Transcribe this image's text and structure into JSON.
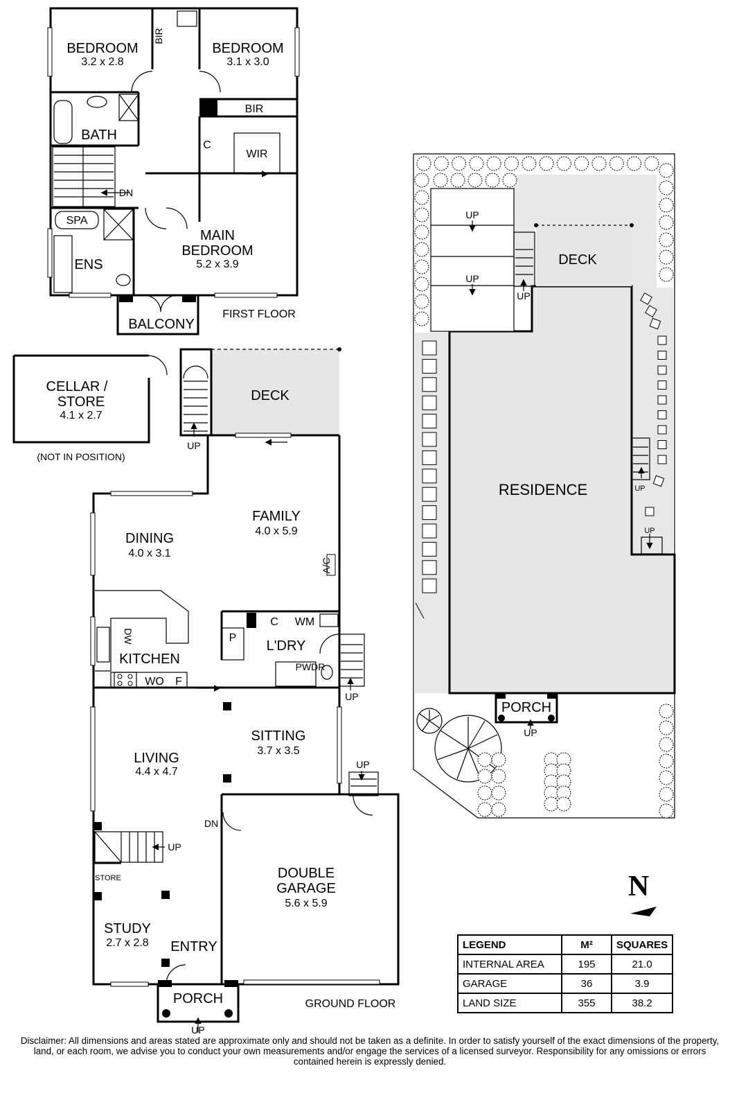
{
  "first_floor": {
    "caption": "FIRST FLOOR",
    "bedroom2": {
      "name": "BEDROOM",
      "dim": "3.2 x 2.8"
    },
    "bedroom3": {
      "name": "BEDROOM",
      "dim": "3.1 x 3.0"
    },
    "bir1": "BIR",
    "bir2": "BIR",
    "bath": "BATH",
    "c": "C",
    "wir": "WIR",
    "dn": "DN",
    "spa": "SPA",
    "ens": "ENS",
    "main_bedroom": {
      "line1": "MAIN",
      "line2": "BEDROOM",
      "dim": "5.2 x 3.9"
    },
    "balcony": "BALCONY"
  },
  "ground_floor": {
    "caption": "GROUND FLOOR",
    "cellar": {
      "line1": "CELLAR /",
      "line2": "STORE",
      "dim": "4.1 x 2.7",
      "note": "(NOT IN POSITION)"
    },
    "deck": "DECK",
    "up_deck": "UP",
    "dining": {
      "name": "DINING",
      "dim": "4.0 x 3.1"
    },
    "family": {
      "name": "FAMILY",
      "dim": "4.0 x 5.9"
    },
    "ac": "A/C",
    "dw": "DW",
    "kitchen": "KITCHEN",
    "wo": "WO",
    "f": "F",
    "p": "P",
    "c": "C",
    "wm": "WM",
    "laundry": "L'DRY",
    "pwdr": "PWDR",
    "up_side": "UP",
    "living": {
      "name": "LIVING",
      "dim": "4.4 x 4.7"
    },
    "sitting": {
      "name": "SITTING",
      "dim": "3.7 x 3.5"
    },
    "up_garage": "UP",
    "dn": "DN",
    "up_stair": "UP",
    "store": "STORE",
    "study": {
      "name": "STUDY",
      "dim": "2.7 x 2.8"
    },
    "entry": "ENTRY",
    "garage": {
      "line1": "DOUBLE",
      "line2": "GARAGE",
      "dim": "5.6 x 5.9"
    },
    "porch": "PORCH",
    "up_porch": "UP"
  },
  "site_plan": {
    "residence": "RESIDENCE",
    "deck": "DECK",
    "porch": "PORCH",
    "up1": "UP",
    "up2": "UP",
    "up3": "UP",
    "up4": "UP",
    "up5": "UP",
    "up6": "UP"
  },
  "compass": "N",
  "legend": {
    "headers": [
      "LEGEND",
      "M²",
      "SQUARES"
    ],
    "rows": [
      [
        "INTERNAL AREA",
        "195",
        "21.0"
      ],
      [
        "GARAGE",
        "36",
        "3.9"
      ],
      [
        "LAND SIZE",
        "355",
        "38.2"
      ]
    ]
  },
  "disclaimer": "Disclaimer: All dimensions and areas stated are approximate only and should not be taken as a definite. In order to satisfy yourself of the exact dimensions of the property, land, or each room, we advise you to conduct your own measurements and/or engage the services of a licensed surveyor. Responsibility for any omissions or errors contained herein is expressly denied."
}
